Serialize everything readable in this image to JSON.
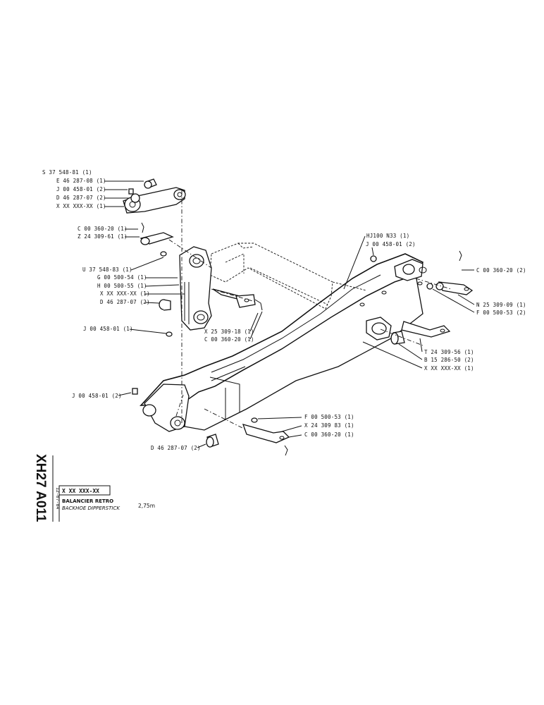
{
  "sheet": {
    "number": "XH27 A011",
    "date": "12-07-84",
    "reference": "X XX XXX-XX",
    "title_fr": "BALANCIER RETRO",
    "title_en": "BACKHOE DIPPERSTICK",
    "length": "2,75m"
  },
  "callouts": {
    "c01": "S 37 548-81 (1)",
    "c02": "E 46 287-08 (1)",
    "c03": "J 00 458-01 (2)",
    "c04": "D 46 287-07 (2)",
    "c05": "X XX XXX-XX (1)",
    "c06": "C 00 360-20 (1)",
    "c07": "Z 24 309-61 (1)",
    "c08": "U 37 548-83 (1)",
    "c09": "G 00 500-54 (1)",
    "c10": "H 00 500-55 (1)",
    "c11": "X XX XXX-XX (1)",
    "c12": "D 46 287-07 (2)",
    "c13": "J 00 458-01 (1)",
    "c14": "X 25 309-18 (1)",
    "c15": "C 00 360-20 (1)",
    "c16": "HJ100 N33 (1)",
    "c17": "J 00 458-01 (2)",
    "c18": "C 00 360-20 (2)",
    "c19": "N 25 309-09 (1)",
    "c20": "F 00 500-53 (2)",
    "c21": "T 24 309-56 (1)",
    "c22": "B 15 286-50 (2)",
    "c23": "X XX XXX-XX (1)",
    "c24": "J 00 458-01 (2)",
    "c25": "F 00 500-53 (1)",
    "c26": "X 24 309 83 (1)",
    "c27": "C 00 360-20 (1)",
    "c28": "D 46 287-07 (2)"
  }
}
